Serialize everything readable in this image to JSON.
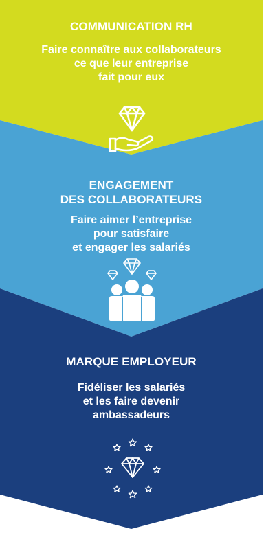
{
  "stages": [
    {
      "title": "COMMUNICATION RH",
      "description": "Faire connaître aux collaborateurs\nce que leur entreprise\nfait pour eux",
      "color": "#d3db1f",
      "icon": "diamond-in-hand-icon"
    },
    {
      "title": "ENGAGEMENT\nDES COLLABORATEURS",
      "description": "Faire aimer l’entreprise\npour satisfaire\net engager les salariés",
      "color": "#4aa3d4",
      "icon": "group-with-diamonds-icon"
    },
    {
      "title": "MARQUE EMPLOYEUR",
      "description": "Fidéliser les salariés\net les faire devenir\nambassadeurs",
      "color": "#1b3f7e",
      "icon": "diamond-with-stars-icon"
    }
  ]
}
